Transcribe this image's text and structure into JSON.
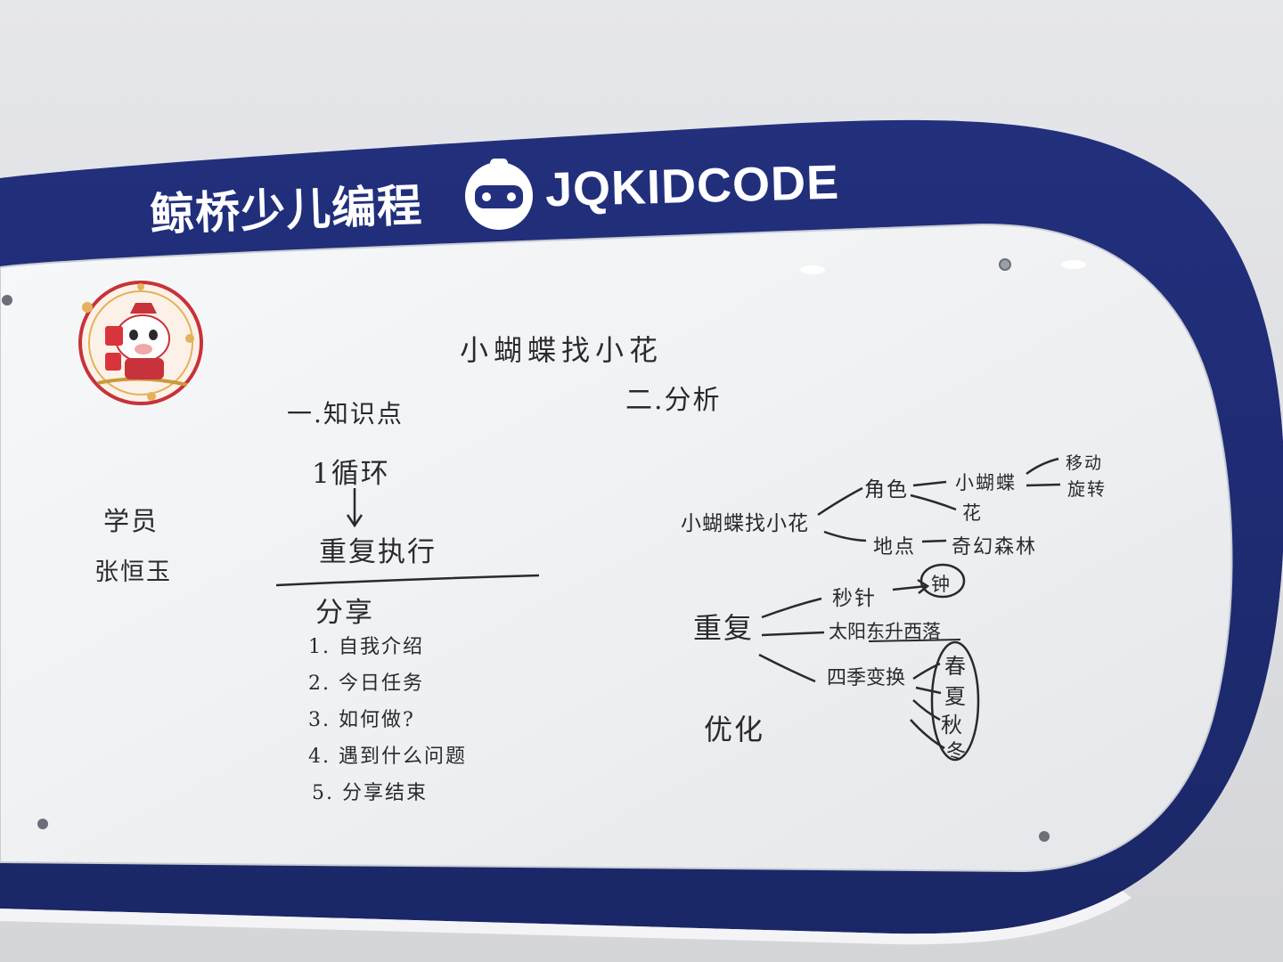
{
  "banner": {
    "brand_cn": "鲸桥少儿编程",
    "brand_en": "JQKIDCODE"
  },
  "mascot": {
    "icon": "ox-mascot-sticker"
  },
  "board": {
    "title": "小蝴蝶找小花",
    "section_knowledge": "一.知识点",
    "knowledge_item": "1循环",
    "knowledge_result": "重复执行",
    "student_label": "学员",
    "student_name": "张恒玉",
    "share_title": "分享",
    "share_items": [
      "1. 自我介绍",
      "2. 今日任务",
      "3. 如何做?",
      "4. 遇到什么问题",
      "5. 分享结束"
    ],
    "section_analysis": "二.分析",
    "mindmap": {
      "root": "小蝴蝶找小花",
      "role": "角色",
      "butterfly": "小蝴蝶",
      "move": "移动",
      "rotate": "旋转",
      "flower": "花",
      "place": "地点",
      "forest": "奇幻森林"
    },
    "repeat": {
      "root": "重复",
      "second_hand": "秒针",
      "clock": "钟",
      "sun": "太阳东升西落",
      "seasons": "四季变换",
      "spring": "春",
      "summer": "夏",
      "autumn": "秋",
      "winter": "冬"
    },
    "optimize": "优化"
  },
  "colors": {
    "navy": "#1f2e7a",
    "board": "#f3f4f6",
    "ink": "#2a2a2e"
  }
}
